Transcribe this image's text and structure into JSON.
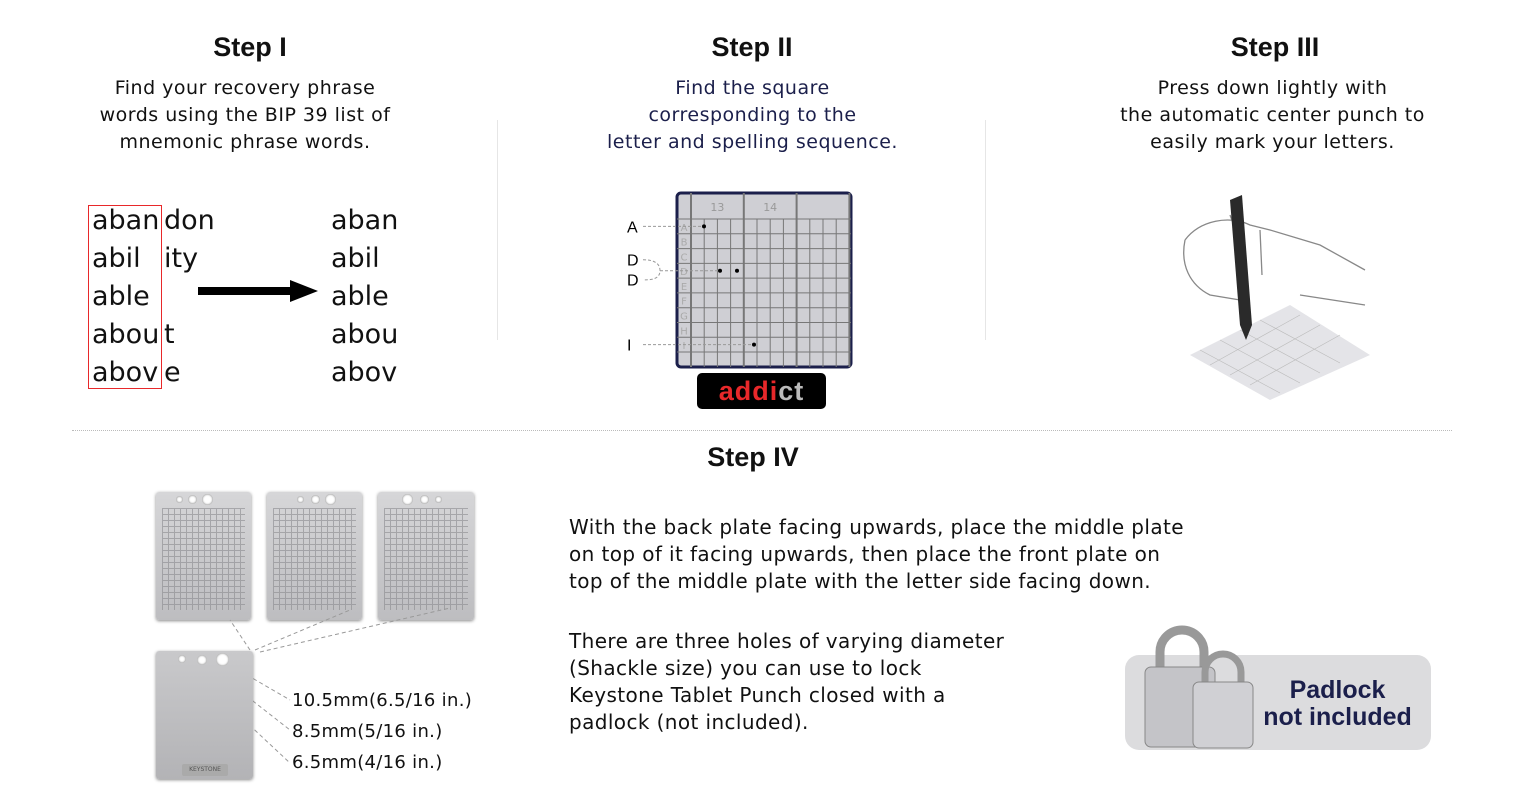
{
  "step1": {
    "title": "Step I",
    "desc": [
      "Find your recovery phrase",
      "words using the BIP 39 list of",
      "mnemonic phrase words."
    ],
    "words": [
      {
        "prefix": "aban",
        "rest": "don"
      },
      {
        "prefix": "abil",
        "rest": "ity"
      },
      {
        "prefix": "able",
        "rest": ""
      },
      {
        "prefix": "abou",
        "rest": "t"
      },
      {
        "prefix": "abov",
        "rest": "e"
      }
    ],
    "result": [
      "aban",
      "abil",
      "able",
      "abou",
      "abov"
    ],
    "arrow_icon": "right-arrow"
  },
  "step2": {
    "title": "Step II",
    "desc": [
      "Find the square",
      "corresponding to the",
      "letter and spelling sequence."
    ],
    "columns": [
      "13",
      "14"
    ],
    "rows": [
      "A",
      "B",
      "C",
      "D",
      "E",
      "F",
      "G",
      "H",
      "I"
    ],
    "markers": [
      "A",
      "D",
      "D",
      "I"
    ],
    "word_highlight": "addi",
    "word_rest": "ct"
  },
  "step3": {
    "title": "Step III",
    "desc": [
      "Press down lightly with",
      "the automatic center punch to",
      "easily mark your letters."
    ]
  },
  "step4": {
    "title": "Step IV",
    "para1": [
      "With the back plate facing upwards, place the middle plate",
      "on top of it facing upwards, then place the front plate on",
      "top of the middle plate with the letter side facing down."
    ],
    "para2": [
      "There are three holes of varying diameter",
      "(Shackle size) you can use to lock",
      "Keystone Tablet Punch closed with a",
      "padlock (not included)."
    ],
    "dims": [
      "10.5mm(6.5/16 in.)",
      "8.5mm(5/16 in.)",
      "6.5mm(4/16 in.)"
    ],
    "plate_brand": "KEYSTONE",
    "padlock": [
      "Padlock",
      "not included"
    ]
  },
  "colors": {
    "red": "#e8282a",
    "navy": "#1b1f4b"
  }
}
